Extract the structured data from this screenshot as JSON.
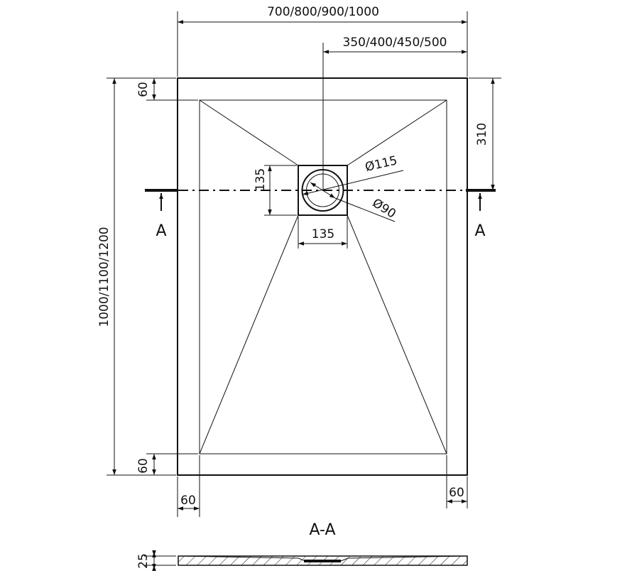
{
  "dimensions": {
    "overall_width": "700/800/900/1000",
    "half_width": "350/400/450/500",
    "overall_length": "1000/1100/1200",
    "rim_top": "60",
    "rim_bottom": "60",
    "rim_left": "60",
    "rim_right": "60",
    "drain_offset": "310",
    "drain_square_height": "135",
    "drain_square_width": "135",
    "drain_outer_diameter": "Ø115",
    "drain_inner_diameter": "Ø90",
    "thickness": "25"
  },
  "section": {
    "marker_left": "A",
    "marker_right": "A",
    "view_label": "A-A"
  },
  "colors": {
    "line": "#111111",
    "background": "#ffffff"
  }
}
